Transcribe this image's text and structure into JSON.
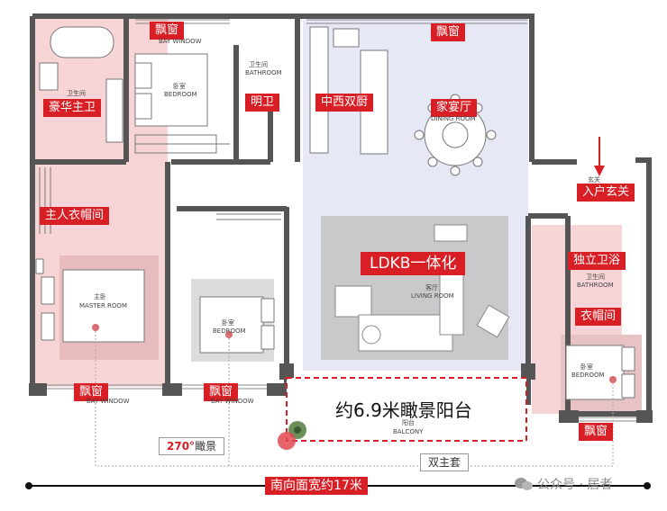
{
  "rooms": {
    "master_bath": {
      "tag": "豪华主卫",
      "cn": "卫生间"
    },
    "bay_window_top": {
      "tag": "飘窗",
      "en": "BAY WINDOW"
    },
    "bedroom_top": {
      "cn": "卧室",
      "en": "BEDROOM"
    },
    "bathroom_small": {
      "cn": "卫生间",
      "en": "BATHROOM",
      "tag": "明卫"
    },
    "kitchen": {
      "tag": "中西双厨"
    },
    "dining": {
      "tag": "家宴厅",
      "en": "DINING ROOM",
      "window_tag": "飘窗"
    },
    "entry": {
      "tag": "入户玄关",
      "cn": "玄关"
    },
    "master_closet": {
      "tag": "主人衣帽间"
    },
    "master_room": {
      "cn": "主卧",
      "en": "MASTER ROOM",
      "window_tag": "飘窗",
      "window_en": "BAY WINDOW"
    },
    "bedroom_mid": {
      "cn": "卧室",
      "en": "BEDROOM",
      "window_tag": "飘窗",
      "window_en": "BAY WINDOW"
    },
    "living": {
      "tag": "LDKB一体化",
      "cn": "客厅",
      "en": "LIVING ROOM"
    },
    "balcony": {
      "title": "约6.9米瞰景阳台",
      "cn": "阳台",
      "en": "BALCONY"
    },
    "bath_right": {
      "tag": "独立卫浴",
      "cn": "卫生间",
      "en": "BATHROOM"
    },
    "closet_right": {
      "tag": "衣帽间"
    },
    "bedroom_right": {
      "cn": "卧室",
      "en": "BEDROOM",
      "window_tag": "飘窗"
    }
  },
  "annotations": {
    "view_angle": {
      "number": "270°",
      "text": "瞰景"
    },
    "dual_master": "双主套",
    "frontage": "南向面宽约17米"
  },
  "watermark": "公众号 · 居者",
  "colors": {
    "accent": "#d81f26",
    "pink_zone": "#f7d4d6",
    "blue_zone": "#e6e8f5",
    "wall": "#555555"
  }
}
